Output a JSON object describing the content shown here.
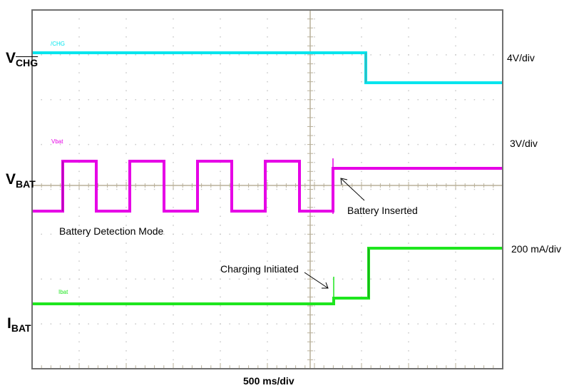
{
  "chart_data": {
    "type": "line",
    "title": "",
    "xlabel": "500 ms/div",
    "ylabel": "",
    "grid": true,
    "x_divisions": 10,
    "y_divisions": 8,
    "x_unit": "ms",
    "x_per_div": 500,
    "x": [
      0,
      350,
      700,
      1060,
      1420,
      1780,
      2140,
      2500,
      2860,
      3180,
      3560,
      5000
    ],
    "series": [
      {
        "name": "/CHG",
        "axis_label": "VCHG",
        "scale": "4V/div",
        "color": "#00e5ee",
        "points": [
          [
            0,
            4.0
          ],
          [
            3540,
            4.0
          ],
          [
            3540,
            -0.2
          ],
          [
            5000,
            -0.2
          ]
        ]
      },
      {
        "name": "Vbat",
        "axis_label": "VBAT",
        "scale": "3V/div",
        "color": "#e600e6",
        "points": [
          [
            0,
            -1.7
          ],
          [
            320,
            -1.7
          ],
          [
            320,
            1.8
          ],
          [
            680,
            1.8
          ],
          [
            680,
            -1.7
          ],
          [
            1040,
            -1.7
          ],
          [
            1040,
            1.8
          ],
          [
            1400,
            1.8
          ],
          [
            1400,
            -1.7
          ],
          [
            1760,
            -1.7
          ],
          [
            1760,
            1.8
          ],
          [
            2120,
            1.8
          ],
          [
            2120,
            -1.7
          ],
          [
            2480,
            -1.7
          ],
          [
            2480,
            1.8
          ],
          [
            2840,
            1.8
          ],
          [
            2840,
            -1.7
          ],
          [
            3180,
            -1.7
          ],
          [
            3180,
            1.2
          ],
          [
            5000,
            1.2
          ]
        ]
      },
      {
        "name": "Ibat",
        "axis_label": "IBAT",
        "scale": "200 mA/div",
        "color": "#1ee61e",
        "points": [
          [
            0,
            0
          ],
          [
            3190,
            0
          ],
          [
            3190,
            38
          ],
          [
            3550,
            38
          ],
          [
            3550,
            240
          ],
          [
            5000,
            240
          ]
        ]
      }
    ],
    "annotations": [
      "Battery Detection Mode",
      "Battery Inserted",
      "Charging Initiated"
    ],
    "legend_position": "inline-trace-labels"
  },
  "labels": {
    "vchg_main": "V",
    "vchg_sub": "CHG",
    "vbat_main": "V",
    "vbat_sub": "BAT",
    "ibat_main": "I",
    "ibat_sub": "BAT",
    "scale_chg": "4V/div",
    "scale_bat": "3V/div",
    "scale_ibat": "200 mA/div",
    "trace_chg": "/CHG",
    "trace_vbat": "Vbat",
    "trace_ibat": "Ibat",
    "note_detect": "Battery Detection Mode",
    "note_insert": "Battery Inserted",
    "note_charge": "Charging Initiated",
    "time_scale": "500 ms/div"
  }
}
